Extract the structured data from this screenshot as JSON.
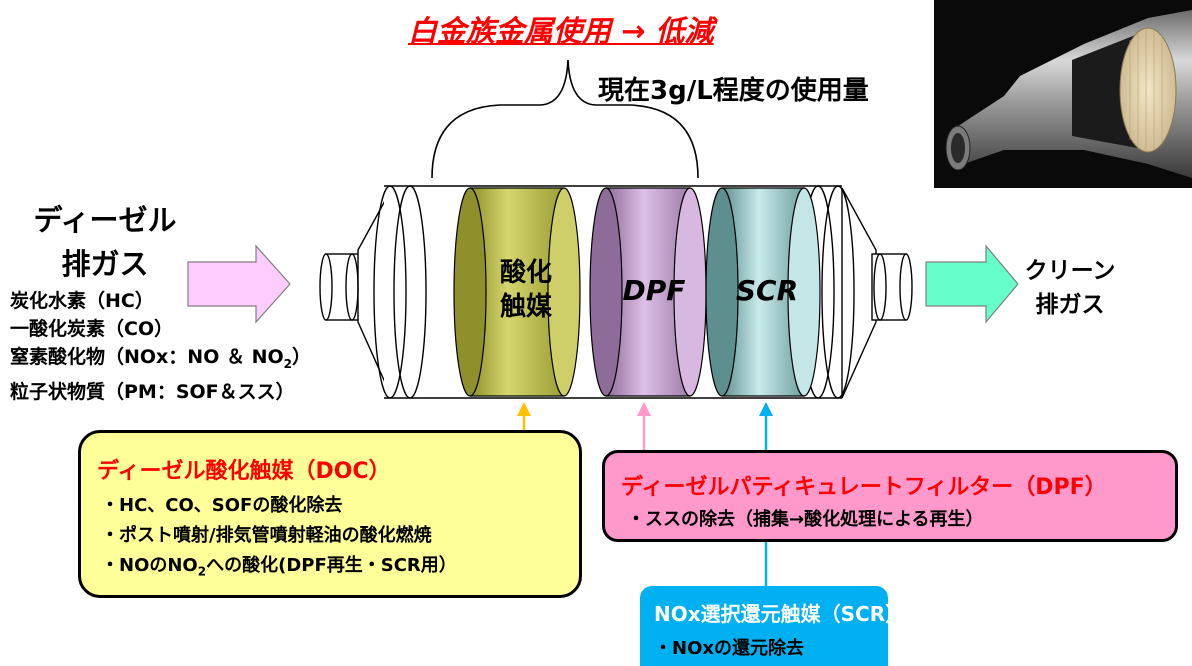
{
  "headline": "白金族金属使用 → 低減",
  "loading_note": "現在3g/L程度の使用量",
  "inlet_label": [
    "ディーゼル",
    "排ガス"
  ],
  "outlet_label": [
    "クリーン",
    "排ガス"
  ],
  "pollutants": {
    "hc": "炭化水素（HC）",
    "co": "一酸化炭素（CO）",
    "nox_prefix": "窒素酸化物（NOx：NO ＆ NO",
    "nox_sub": "2",
    "nox_suffix": "）",
    "pm": "粒子状物質（PM：SOF＆スス）"
  },
  "segments": {
    "doc": [
      "酸化",
      "触媒"
    ],
    "dpf": "DPF",
    "scr": "SCR"
  },
  "boxes": {
    "doc": {
      "title": "ディーゼル酸化触媒（DOC）",
      "line1": "・HC、CO、SOFの酸化除去",
      "line2": "・ポスト噴射/排気管噴射軽油の酸化燃焼",
      "line3_prefix": "・NOのNO",
      "line3_sub": "2",
      "line3_suffix": "への酸化(DPF再生・SCR用）"
    },
    "dpf": {
      "title": "ディーゼルパティキュレートフィルター（DPF）",
      "line1": "・ススの除去（捕集→酸化処理による再生）"
    },
    "scr": {
      "title": "NOx選択還元触媒（SCR）",
      "line1": "・NOxの還元除去"
    }
  },
  "colors": {
    "headline": "#ff0000",
    "doc_segment": "#b8b84a",
    "dpf_segment": "#b894c4",
    "scr_segment": "#8fbdbd",
    "inlet_arrow": "#ffccff",
    "outlet_arrow": "#66ffcc",
    "doc_box": "#ffff99",
    "dpf_box": "#ff99cc",
    "scr_box": "#00b0f0",
    "doc_pointer": "#ffc000",
    "dpf_pointer": "#ff99cc",
    "scr_pointer": "#00b0f0",
    "box_title_red": "#ff0000",
    "scr_title": "#ffffff"
  }
}
